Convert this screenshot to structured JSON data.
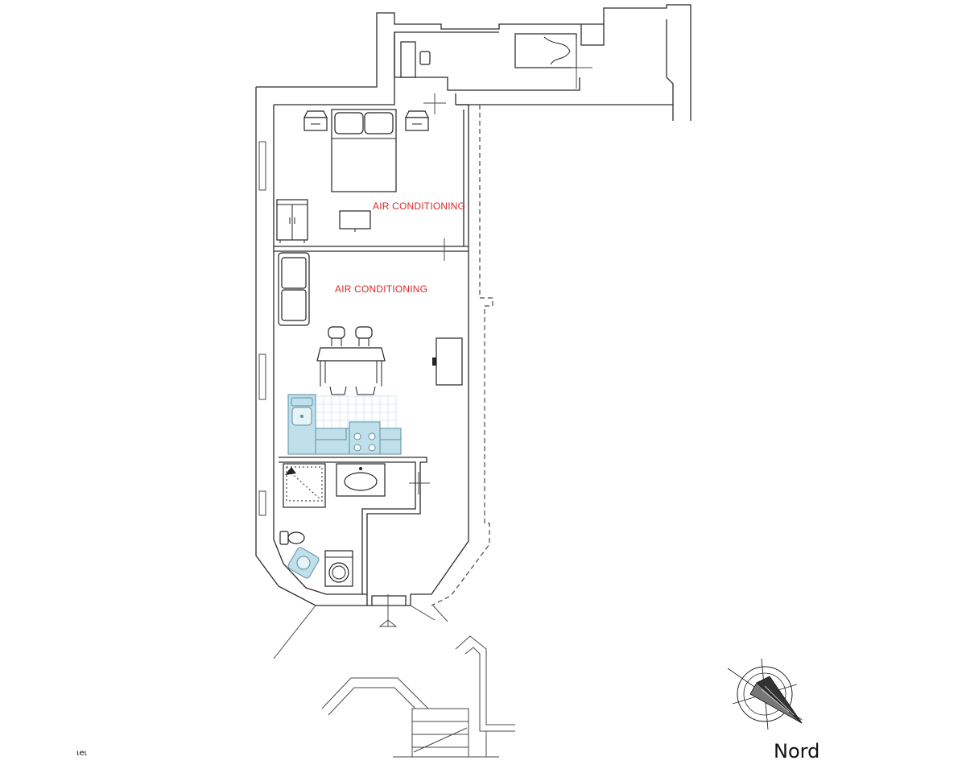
{
  "plan": {
    "labels": {
      "bedroom_ac": "AIR CONDITIONING",
      "living_ac": "AIR CONDITIONING",
      "compass": "Nord",
      "corner_text": "ιeι"
    },
    "colors": {
      "label": "#d42a2a",
      "kitchen": "#bfe0ea",
      "wall": "#2b2b2b"
    },
    "icons": [
      "bed-icon",
      "nightstand-icon",
      "wardrobe-icon",
      "tv-icon",
      "sofa-icon",
      "dining-table-icon",
      "chair-icon",
      "kitchen-icon",
      "sink-icon",
      "stove-icon",
      "shower-icon",
      "washbasin-icon",
      "toilet-icon",
      "washing-machine-icon",
      "compass-icon"
    ]
  }
}
